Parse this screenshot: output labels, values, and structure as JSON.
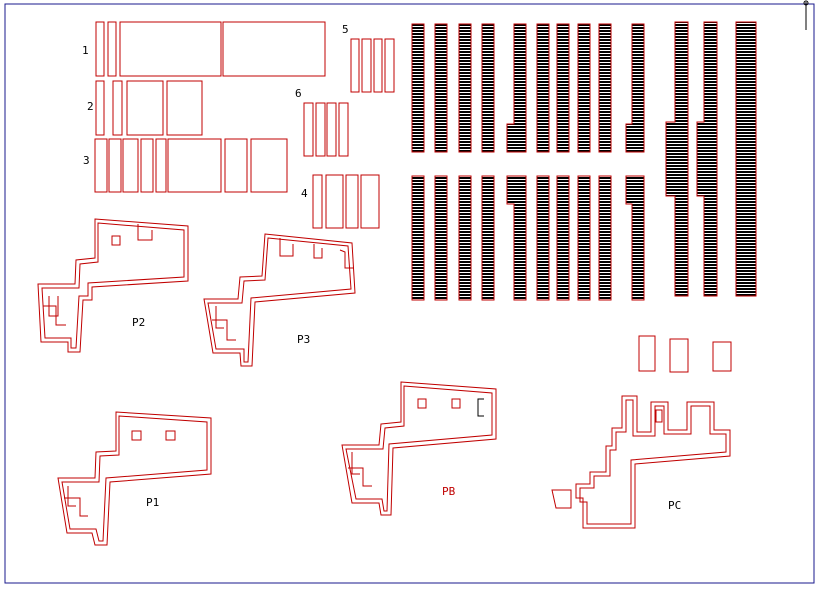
{
  "colors": {
    "border": "#1a1a8c",
    "part_stroke": "#c00000",
    "hatch": "#000000",
    "label": "#000000",
    "label_highlight": "#c00000",
    "background": "#ffffff"
  },
  "labels": {
    "row1": "1",
    "row2": "2",
    "row3": "3",
    "row4": "4",
    "row5": "5",
    "row6": "6",
    "p1": "P1",
    "p2": "P2",
    "p3": "P3",
    "pb": "PB",
    "pc": "PC"
  }
}
